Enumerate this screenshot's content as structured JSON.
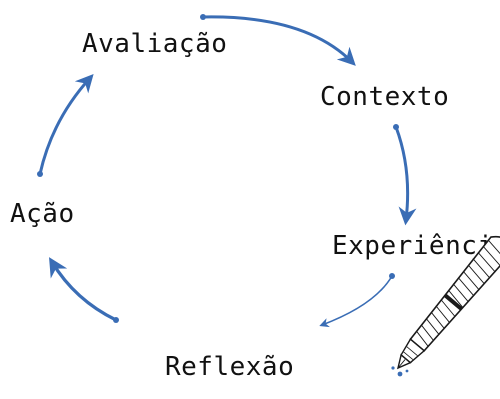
{
  "stages": [
    {
      "id": "avaliacao",
      "label": "Avaliação"
    },
    {
      "id": "contexto",
      "label": "Contexto"
    },
    {
      "id": "experiencia",
      "label": "Experiência"
    },
    {
      "id": "reflexao",
      "label": "Reflexão"
    },
    {
      "id": "acao",
      "label": "Ação"
    }
  ],
  "colors": {
    "arrow": "#3a6db5",
    "text": "#111111",
    "pen_outline": "#1a1a1a"
  },
  "icons": {
    "pen": "fountain-pen-icon"
  }
}
